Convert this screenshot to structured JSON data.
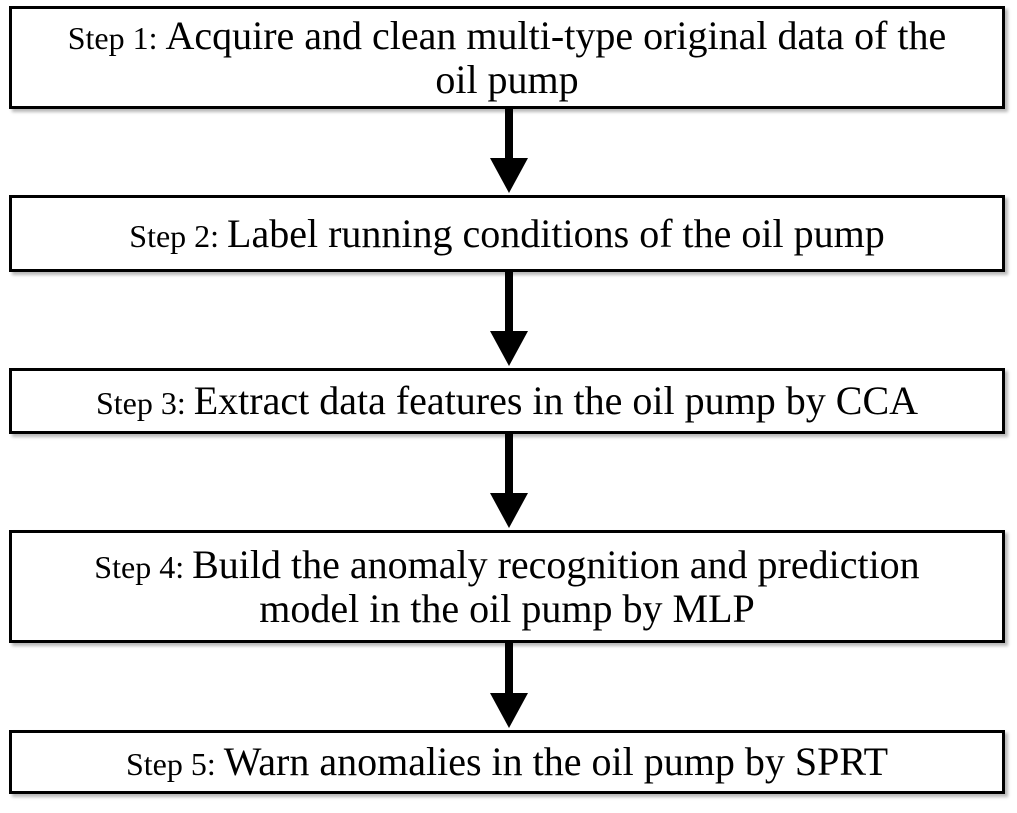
{
  "steps": [
    {
      "label": "Step 1:",
      "text": "Acquire and clean multi-type original data of the oil pump"
    },
    {
      "label": "Step 2:",
      "text": "Label running conditions of the oil pump"
    },
    {
      "label": "Step 3:",
      "text": "Extract data features in the oil pump by CCA"
    },
    {
      "label": "Step 4:",
      "text": "Build the anomaly recognition and prediction model in the oil pump by MLP"
    },
    {
      "label": "Step 5:",
      "text": "Warn anomalies in the oil pump by SPRT"
    }
  ],
  "colors": {
    "stroke": "#000000",
    "fill": "#ffffff"
  }
}
